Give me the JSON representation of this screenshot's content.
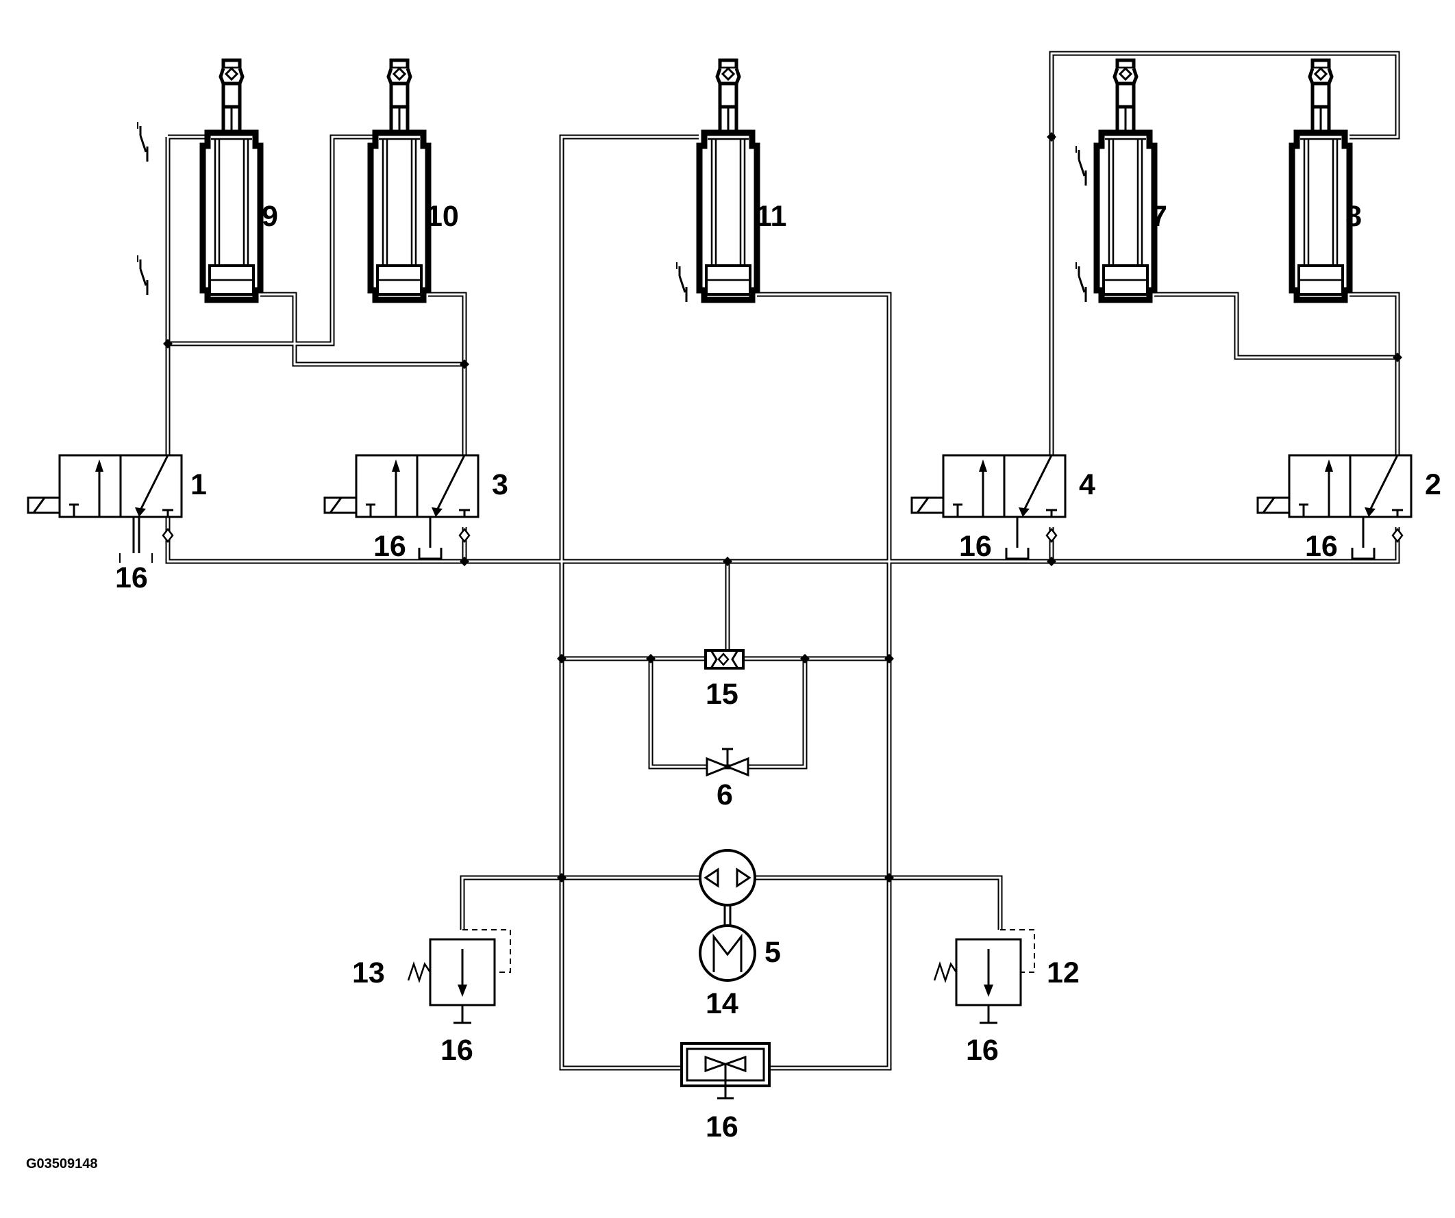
{
  "title": "",
  "figure_code": "G03509148",
  "components": {
    "valve_1": "1",
    "valve_2": "2",
    "valve_3": "3",
    "valve_4": "4",
    "motor_5": "5",
    "valve_6": "6",
    "cylinder_7": "7",
    "cylinder_8": "8",
    "cylinder_9": "9",
    "cylinder_10": "10",
    "cylinder_11": "11",
    "relief_12": "12",
    "relief_13": "13",
    "pump_14": "14",
    "shuttle_15": "15"
  },
  "reservoir_label": "16",
  "icons": {
    "cylinder": "hydraulic-cylinder-icon",
    "valve": "solenoid-directional-valve-icon",
    "relief": "pressure-relief-valve-icon",
    "pump": "bidirectional-pump-icon",
    "motor": "electric-motor-icon",
    "shuttle": "shuttle-valve-icon",
    "needle": "manual-shutoff-valve-icon",
    "reservoir": "reservoir-icon"
  }
}
